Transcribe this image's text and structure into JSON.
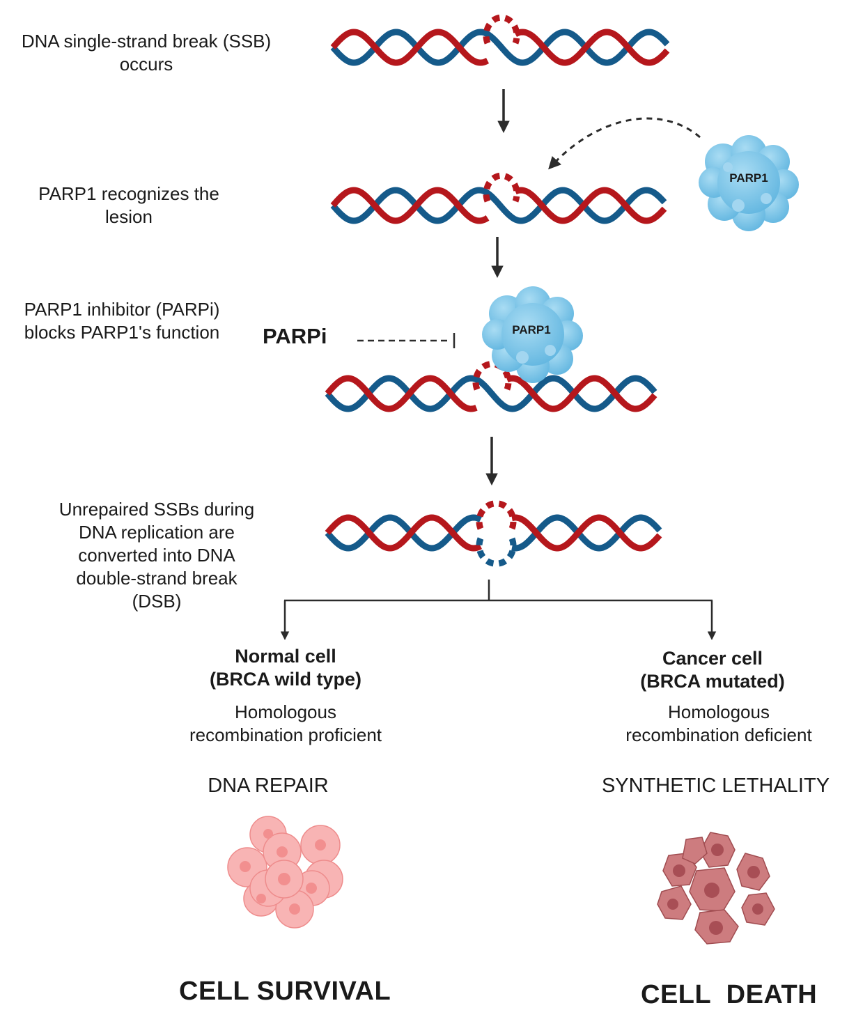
{
  "steps": {
    "ssb": {
      "lines": [
        "DNA single-strand break (SSB)",
        "occurs"
      ]
    },
    "recognize": {
      "lines": [
        "PARP1 recognizes the",
        "lesion"
      ]
    },
    "inhibit": {
      "lines": [
        "PARP1 inhibitor (PARPi)",
        "blocks PARP1's function"
      ]
    },
    "dsb": {
      "lines": [
        "Unrepaired SSBs during",
        "DNA replication are",
        "converted into DNA",
        "double-strand break",
        "(DSB)"
      ]
    }
  },
  "inhibitor_label": "PARPi",
  "protein_label": "PARP1",
  "branches": {
    "normal": {
      "title_lines": [
        "Normal cell",
        "(BRCA wild type)"
      ],
      "desc_lines": [
        "Homologous",
        "recombination proficient"
      ],
      "process": "DNA REPAIR",
      "outcome": "CELL SURVIVAL"
    },
    "cancer": {
      "title_lines": [
        "Cancer cell",
        "(BRCA mutated)"
      ],
      "desc_lines": [
        "Homologous",
        "recombination deficient"
      ],
      "process": "SYNTHETIC LETHALITY",
      "outcome": "CELL  DEATH"
    }
  },
  "colors": {
    "strand_red": "#b5171c",
    "strand_blue": "#155a8a",
    "parp1": "#7ec8ea",
    "normal_cell": "#f5a3a3",
    "dead_cell": "#c66a6d",
    "arrow": "#2b2b2b"
  }
}
